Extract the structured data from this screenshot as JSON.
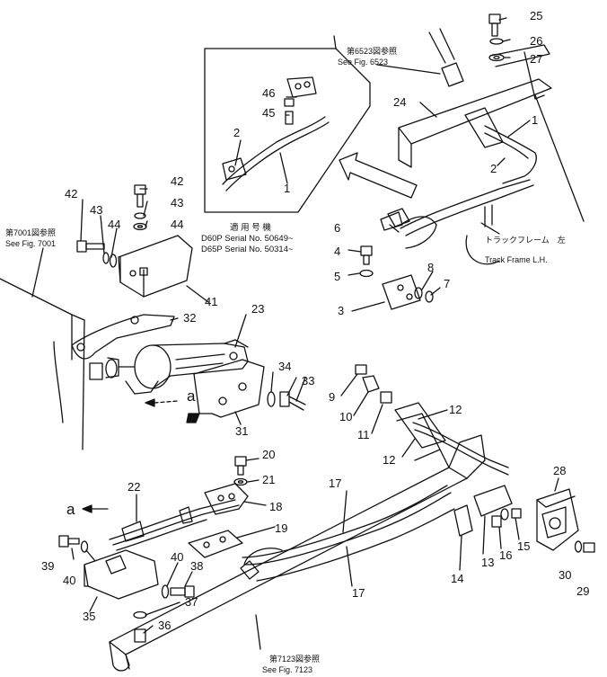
{
  "callouts": {
    "n1a": "1",
    "n1b": "1",
    "n2a": "2",
    "n2b": "2",
    "n3": "3",
    "n4": "4",
    "n5": "5",
    "n6": "6",
    "n7": "7",
    "n8": "8",
    "n9": "9",
    "n10": "10",
    "n11": "11",
    "n12a": "12",
    "n12b": "12",
    "n13": "13",
    "n14": "14",
    "n15": "15",
    "n16": "16",
    "n17a": "17",
    "n17b": "17",
    "n18": "18",
    "n19": "19",
    "n20": "20",
    "n21": "21",
    "n22": "22",
    "n23": "23",
    "n24": "24",
    "n25": "25",
    "n26": "26",
    "n27": "27",
    "n28": "28",
    "n29": "29",
    "n30": "30",
    "n31": "31",
    "n32": "32",
    "n33": "33",
    "n34": "34",
    "n35": "35",
    "n36": "36",
    "n37": "37",
    "n38": "38",
    "n39": "39",
    "n40a": "40",
    "n40b": "40",
    "n41": "41",
    "n42a": "42",
    "n42b": "42",
    "n43a": "43",
    "n43b": "43",
    "n44a": "44",
    "n44b": "44",
    "n45": "45",
    "n46": "46",
    "a1": "a",
    "a2": "a"
  },
  "refs": {
    "fig6523_jp": "第6523図参照",
    "fig6523_en": "See Fig. 6523",
    "fig7001_jp": "第7001図参照",
    "fig7001_en": "See Fig. 7001",
    "fig7123_jp": "第7123図参照",
    "fig7123_en": "See Fig. 7123"
  },
  "serial": {
    "title": "適 用 号 機",
    "line1": "D60P Serial No. 50649~",
    "line2": "D65P Serial No. 50314~"
  },
  "track_frame": {
    "jp": "トラックフレーム　左",
    "en": "Track Frame L.H."
  }
}
